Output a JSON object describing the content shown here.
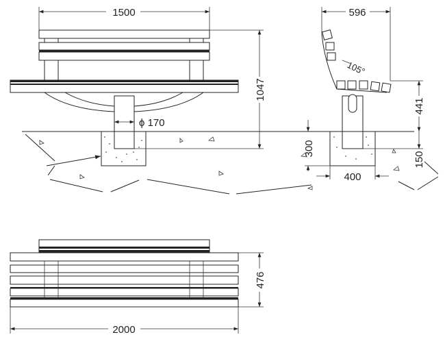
{
  "drawing": {
    "front_view": {
      "width_dim": "1500",
      "height_dim": "1047",
      "post_diameter": "ϕ 170"
    },
    "side_view": {
      "depth_dim": "596",
      "angle": "105°",
      "seat_height_dim": "441",
      "footing_depth_dim": "300",
      "embed_dim": "150",
      "footing_width_dim": "400"
    },
    "plan_view": {
      "length_dim": "2000",
      "depth_dim": "476"
    }
  }
}
